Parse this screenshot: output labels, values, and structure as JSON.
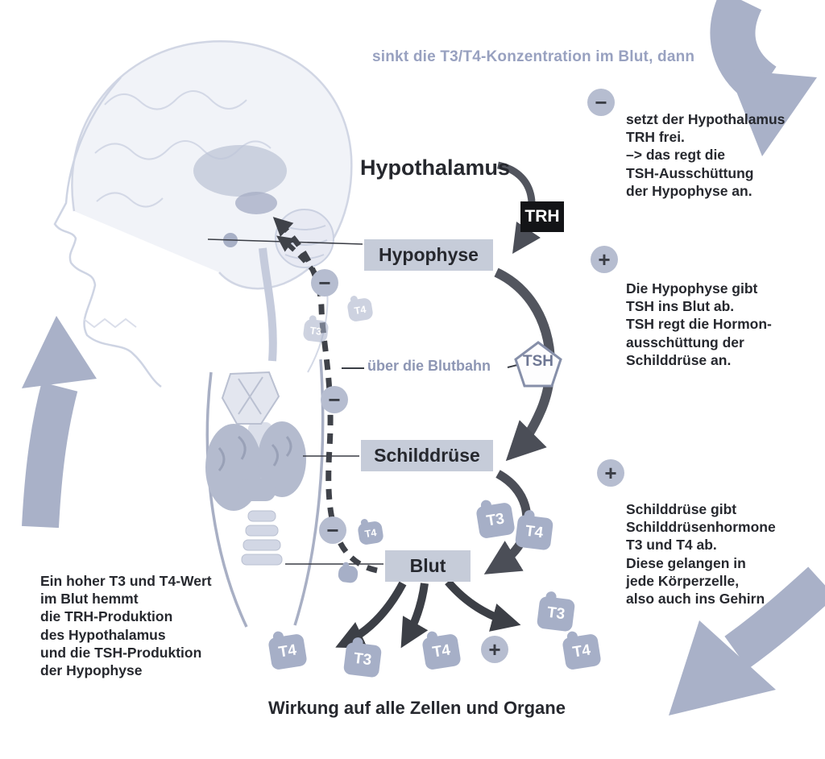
{
  "header": {
    "title": "sinkt die T3/T4-Konzentration im Blut, dann"
  },
  "nodes": {
    "hypothalamus": "Hypothalamus",
    "trh": "TRH",
    "hypophyse": "Hypophyse",
    "blutbahn_label": "über die Blutbahn",
    "tsh": "TSH",
    "schilddruese": "Schilddrüse",
    "blut": "Blut",
    "wirkung": "Wirkung auf alle Zellen und Organe"
  },
  "annotations": {
    "trh_release": "setzt der Hypothalamus\nTRH frei.\n–> das regt die\nTSH-Ausschüttung\nder Hypophyse an.",
    "tsh_release": "Die Hypophyse gibt\nTSH ins Blut ab.\nTSH regt die Hormon-\nausschüttung der\nSchilddrüse an.",
    "hormone_release": "Schilddrüse gibt\nSchilddrüsenhormone\nT3 und T4 ab.\nDiese gelangen in\njede Körperzelle,\nalso auch ins Gehirn",
    "feedback_note": "Ein hoher T3 und T4-Wert\nim Blut hemmt\ndie TRH-Produktion\ndes Hypothalamus\nund die TSH-Produktion\nder Hypophyse"
  },
  "symbols": {
    "minus": "−",
    "plus": "+"
  },
  "hormones": {
    "t3": "T3",
    "t4": "T4"
  },
  "colors": {
    "accent_bluegray": "#98a1c0",
    "box_gray": "#c6ccd9",
    "dark_text": "#26282e",
    "arrow_dark": "#4b4e57",
    "big_arrow_light": "#a9b1c8"
  }
}
